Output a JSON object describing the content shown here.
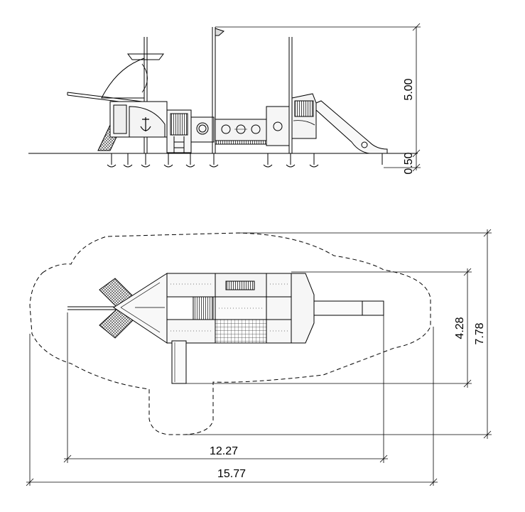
{
  "elevation": {
    "height_dimension": "5.00",
    "depth_dimension": "0.50"
  },
  "plan": {
    "equipment_length": "12.27",
    "total_length": "15.77",
    "equipment_width": "4.28",
    "total_width": "7.78"
  }
}
